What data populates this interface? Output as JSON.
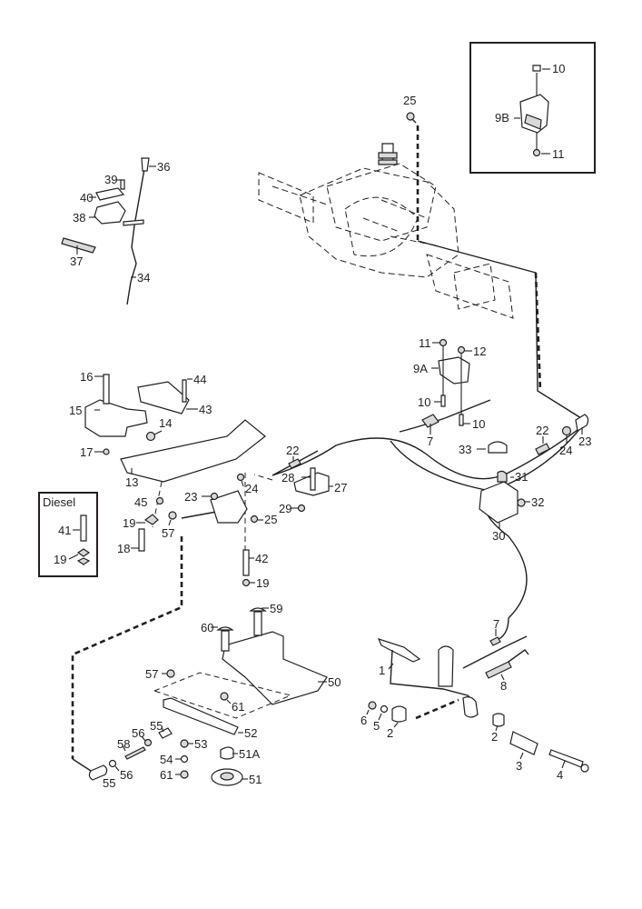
{
  "diagram": {
    "title": "Transmission control linkage / brake pedal exploded view",
    "insets": {
      "bracket_9b": {
        "labels": [
          "10",
          "9B",
          "11"
        ]
      },
      "diesel": {
        "title": "Diesel",
        "labels": [
          "41",
          "19"
        ]
      }
    },
    "callouts": {
      "p1": "1",
      "p2a": "2",
      "p2b": "2",
      "p3": "3",
      "p4": "4",
      "p5": "5",
      "p6": "6",
      "p7a": "7",
      "p7b": "7",
      "p8": "8",
      "p9a": "9A",
      "p10a": "10",
      "p10b": "10",
      "p11": "11",
      "p12": "12",
      "p13": "13",
      "p14": "14",
      "p15": "15",
      "p16": "16",
      "p17": "17",
      "p18": "18",
      "p19a": "19",
      "p19b": "19",
      "p22a": "22",
      "p22b": "22",
      "p23a": "23",
      "p23b": "23",
      "p24a": "24",
      "p24b": "24",
      "p25a": "25",
      "p25b": "25",
      "p27": "27",
      "p28": "28",
      "p29": "29",
      "p30": "30",
      "p31": "31",
      "p32": "32",
      "p33": "33",
      "p34": "34",
      "p36": "36",
      "p37": "37",
      "p38": "38",
      "p39": "39",
      "p40": "40",
      "p42": "42",
      "p43": "43",
      "p44": "44",
      "p45": "45",
      "p50": "50",
      "p51": "51",
      "p51a": "51A",
      "p52": "52",
      "p53": "53",
      "p54": "54",
      "p55a": "55",
      "p55b": "55",
      "p56a": "56",
      "p56b": "56",
      "p57a": "57",
      "p57b": "57",
      "p58": "58",
      "p59": "59",
      "p60": "60",
      "p61a": "61",
      "p61b": "61"
    }
  }
}
